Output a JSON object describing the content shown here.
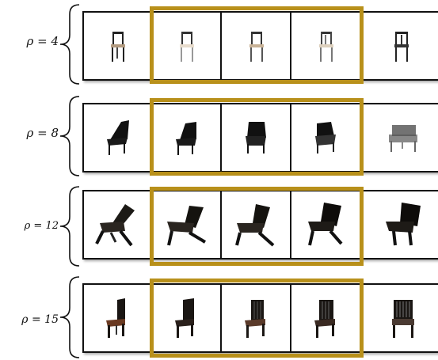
{
  "rows": [
    {
      "symbol": "ρ",
      "eq": " = ",
      "value": "4",
      "style": "thin"
    },
    {
      "symbol": "ρ",
      "eq": " = ",
      "value": "8",
      "style": "lounge"
    },
    {
      "symbol": "ρ",
      "eq": " = ",
      "value": "12",
      "style": "adirondack"
    },
    {
      "symbol": "ρ",
      "eq": " = ",
      "value": "15",
      "style": "wooden"
    }
  ],
  "colors": {
    "highlight": "#b8901a",
    "frame": "#111111"
  },
  "icons": [
    "chair-image"
  ]
}
